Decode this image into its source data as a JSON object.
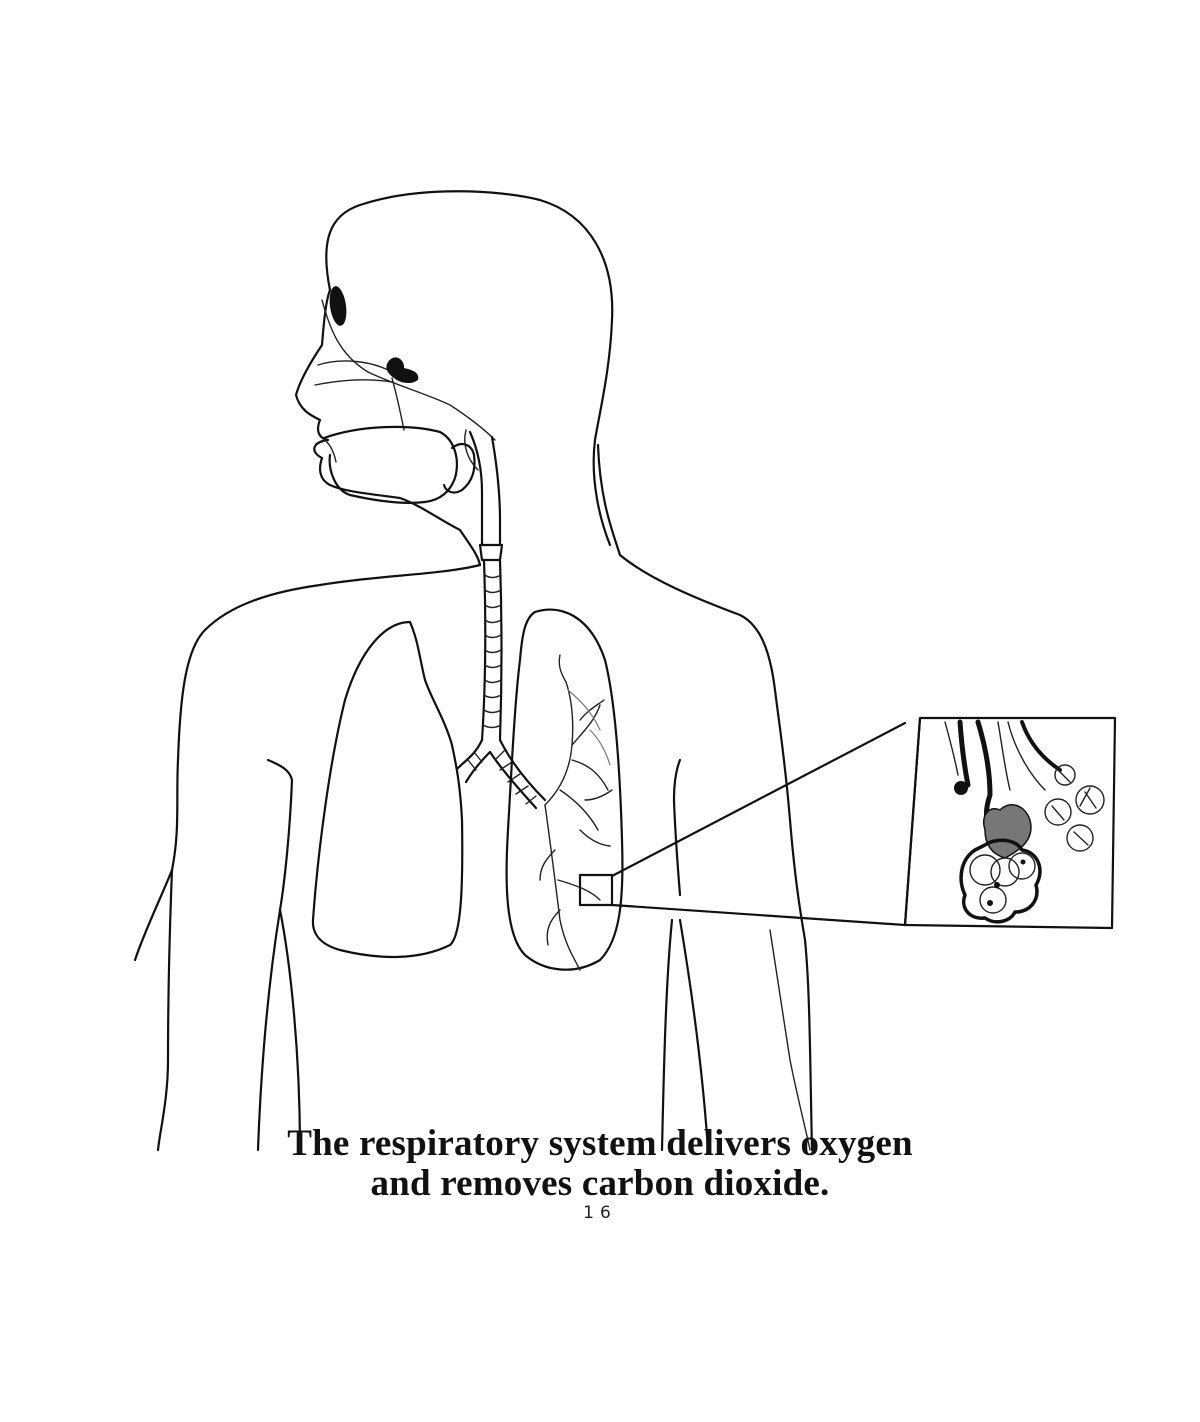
{
  "page": {
    "caption_line1": "The respiratory system delivers oxygen",
    "caption_line2": "and removes carbon dioxide.",
    "page_number": "16"
  },
  "figure": {
    "subject": "human-torso-respiratory-system",
    "style": "black-and-white line drawing",
    "parts": [
      "head-profile",
      "nasal-cavity",
      "mouth",
      "pharynx",
      "larynx",
      "trachea",
      "bronchi",
      "left-lung",
      "right-lung-with-bronchial-tree",
      "alveoli-magnified-inset"
    ],
    "colors": {
      "line": "#111111",
      "background": "#ffffff",
      "shading": "#555555"
    }
  }
}
